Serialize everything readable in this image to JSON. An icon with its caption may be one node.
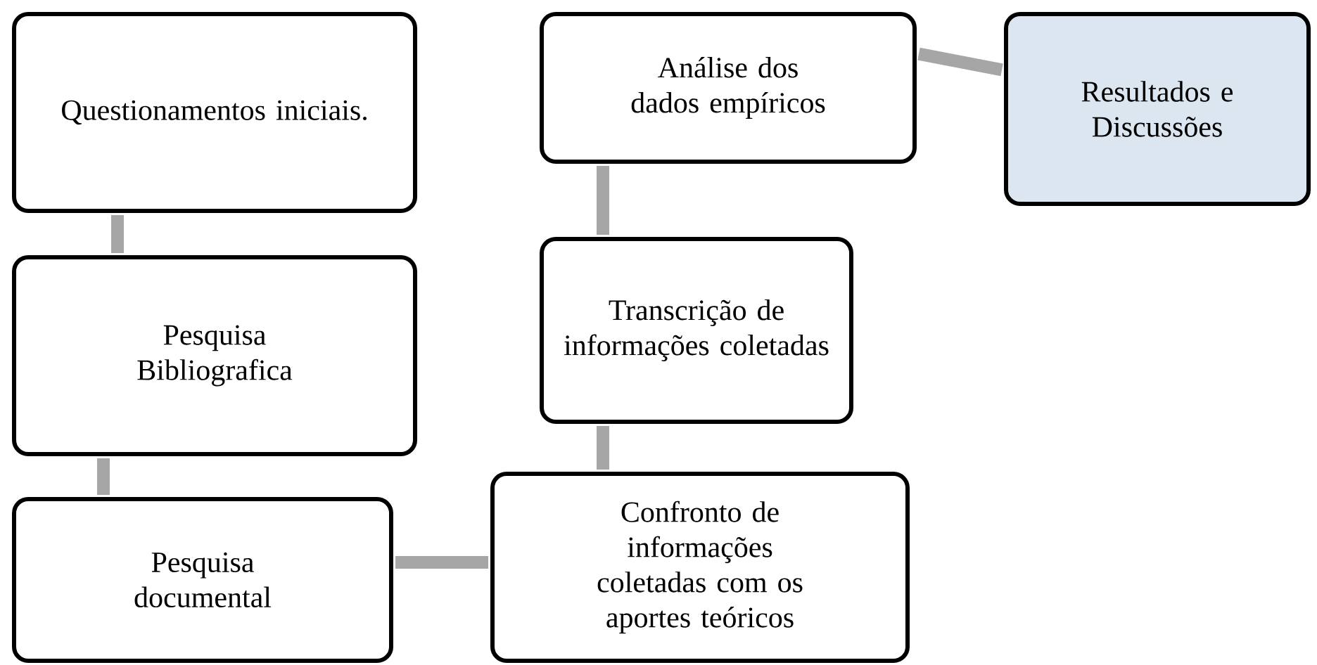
{
  "diagram": {
    "nodes": [
      {
        "text": [
          "Questionamentos iniciais."
        ]
      },
      {
        "text": [
          "Pesquisa Bibliografica"
        ]
      },
      {
        "text": [
          "Pesquisa documental"
        ]
      },
      {
        "text": [
          "Confronto de informações coletadas com os aportes teóricos"
        ]
      },
      {
        "text": [
          "Transcrição de informações coletadas"
        ]
      },
      {
        "text": [
          "Análise dos dados empíricos"
        ]
      },
      {
        "text": [
          "Resultados e Discussões"
        ]
      }
    ],
    "edges": [
      {
        "from": 0,
        "to": 1,
        "arrow": "none"
      },
      {
        "from": 1,
        "to": 2,
        "arrow": "none"
      },
      {
        "from": 2,
        "to": 3,
        "arrow": "none"
      },
      {
        "from": 3,
        "to": 4,
        "arrow": "none"
      },
      {
        "from": 4,
        "to": 5,
        "arrow": "none"
      },
      {
        "from": 5,
        "to": 6,
        "arrow": "none"
      }
    ]
  }
}
